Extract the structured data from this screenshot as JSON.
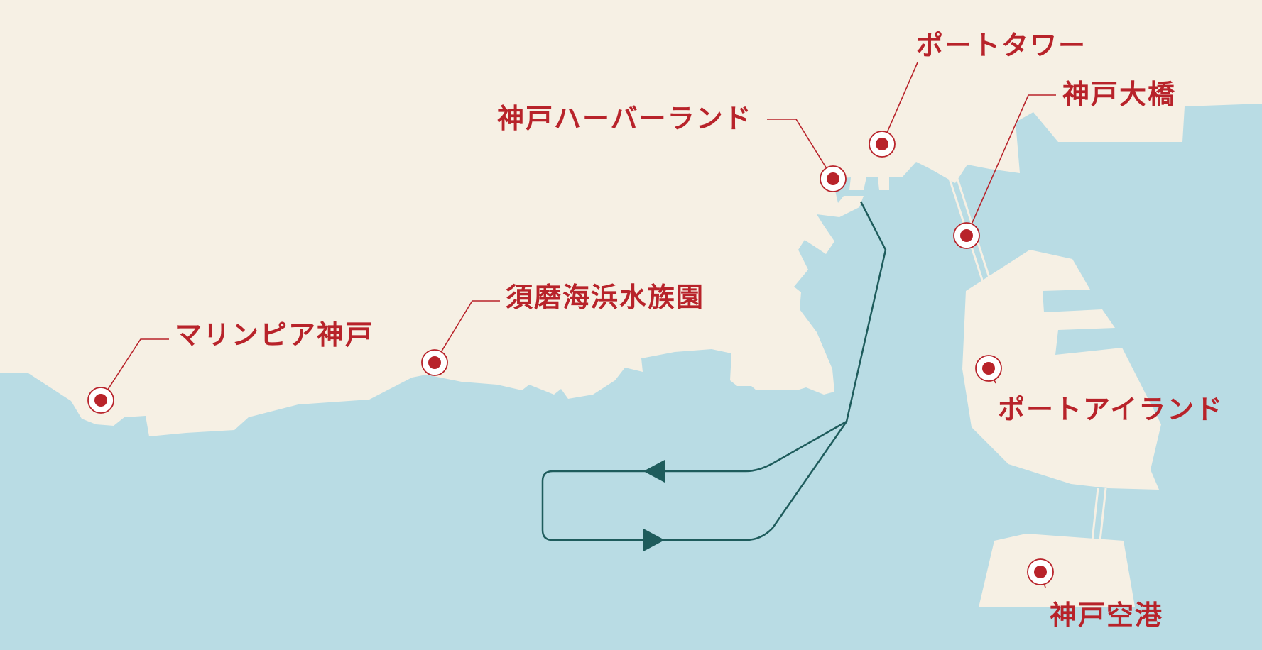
{
  "colors": {
    "land": "#f6f0e4",
    "sea": "#b9dce4",
    "accent": "#b8232a",
    "route": "#1e5c5c",
    "leader": "#b8232a"
  },
  "places": [
    {
      "id": "marinepia",
      "label": "マリンピア神戸",
      "icon": "location-target-icon"
    },
    {
      "id": "suma",
      "label": "須磨海浜水族園",
      "icon": "location-target-icon"
    },
    {
      "id": "harborland",
      "label": "神戸ハーバーランド",
      "icon": "location-target-icon"
    },
    {
      "id": "porttower",
      "label": "ポートタワー",
      "icon": "location-target-icon"
    },
    {
      "id": "kobe-ohashi",
      "label": "神戸大橋",
      "icon": "location-target-icon"
    },
    {
      "id": "portisland",
      "label": "ポートアイランド",
      "icon": "location-target-icon"
    },
    {
      "id": "airport",
      "label": "神戸空港",
      "icon": "location-target-icon"
    }
  ],
  "route": {
    "icons": [
      "route-arrow-west-icon",
      "route-arrow-east-icon"
    ]
  }
}
